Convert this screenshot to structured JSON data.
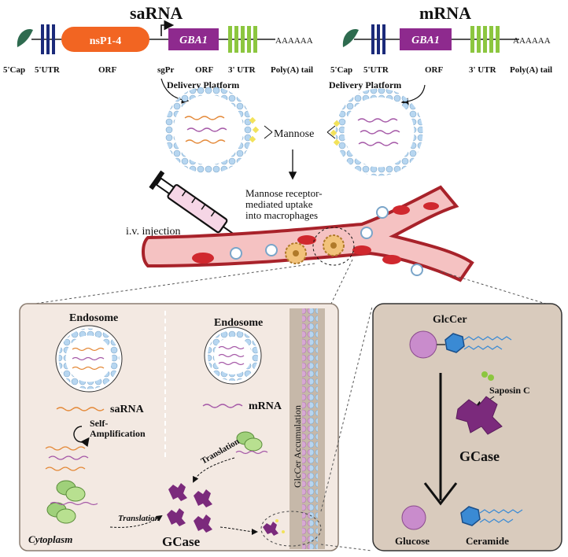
{
  "top": {
    "sarna_title": "saRNA",
    "mrna_title": "mRNA",
    "sarna": {
      "nsp_label": "nsP1-4",
      "gba1_label": "GBA1",
      "polya": "AAAAAA",
      "labels": [
        "5'Cap",
        "5'UTR",
        "ORF",
        "sgPr",
        "ORF",
        "3' UTR",
        "Poly(A) tail"
      ]
    },
    "mrna": {
      "gba1_label": "GBA1",
      "polya": "AAAAAA",
      "labels": [
        "5'Cap",
        "5'UTR",
        "ORF",
        "3' UTR",
        "Poly(A) tail"
      ]
    },
    "delivery_left": "Delivery Platform",
    "delivery_right": "Delivery Platform",
    "mannose": "Mannose",
    "receptor_text": [
      "Mannose receptor-",
      "mediated uptake",
      "into macrophages"
    ],
    "injection": "i.v. injection"
  },
  "cell": {
    "endosome_left": "Endosome",
    "endosome_right": "Endosome",
    "sarna": "saRNA",
    "mrna": "mRNA",
    "self_amp": [
      "Self-",
      "Amplification"
    ],
    "translation_left": "Translation",
    "translation_right": "Translation",
    "gcase": "GCase",
    "cytoplasm": "Cytoplasm",
    "accumulation": "GlcCer Accumulation"
  },
  "lyso": {
    "glccer": "GlcCer",
    "saposin": "Saposin C",
    "gcase": "GCase",
    "glucose": "Glucose",
    "ceramide": "Ceramide"
  },
  "colors": {
    "nsp_orange": "#f26522",
    "gba1_purple": "#8e2a8e",
    "utr_blue": "#1b2a7a",
    "utr3_green": "#8cc63f",
    "vessel_red": "#a8222a",
    "cell_bg": "#f3e9e2",
    "lyso_bg": "#d9cbbd",
    "bead_blue": "#9fc8ea"
  }
}
